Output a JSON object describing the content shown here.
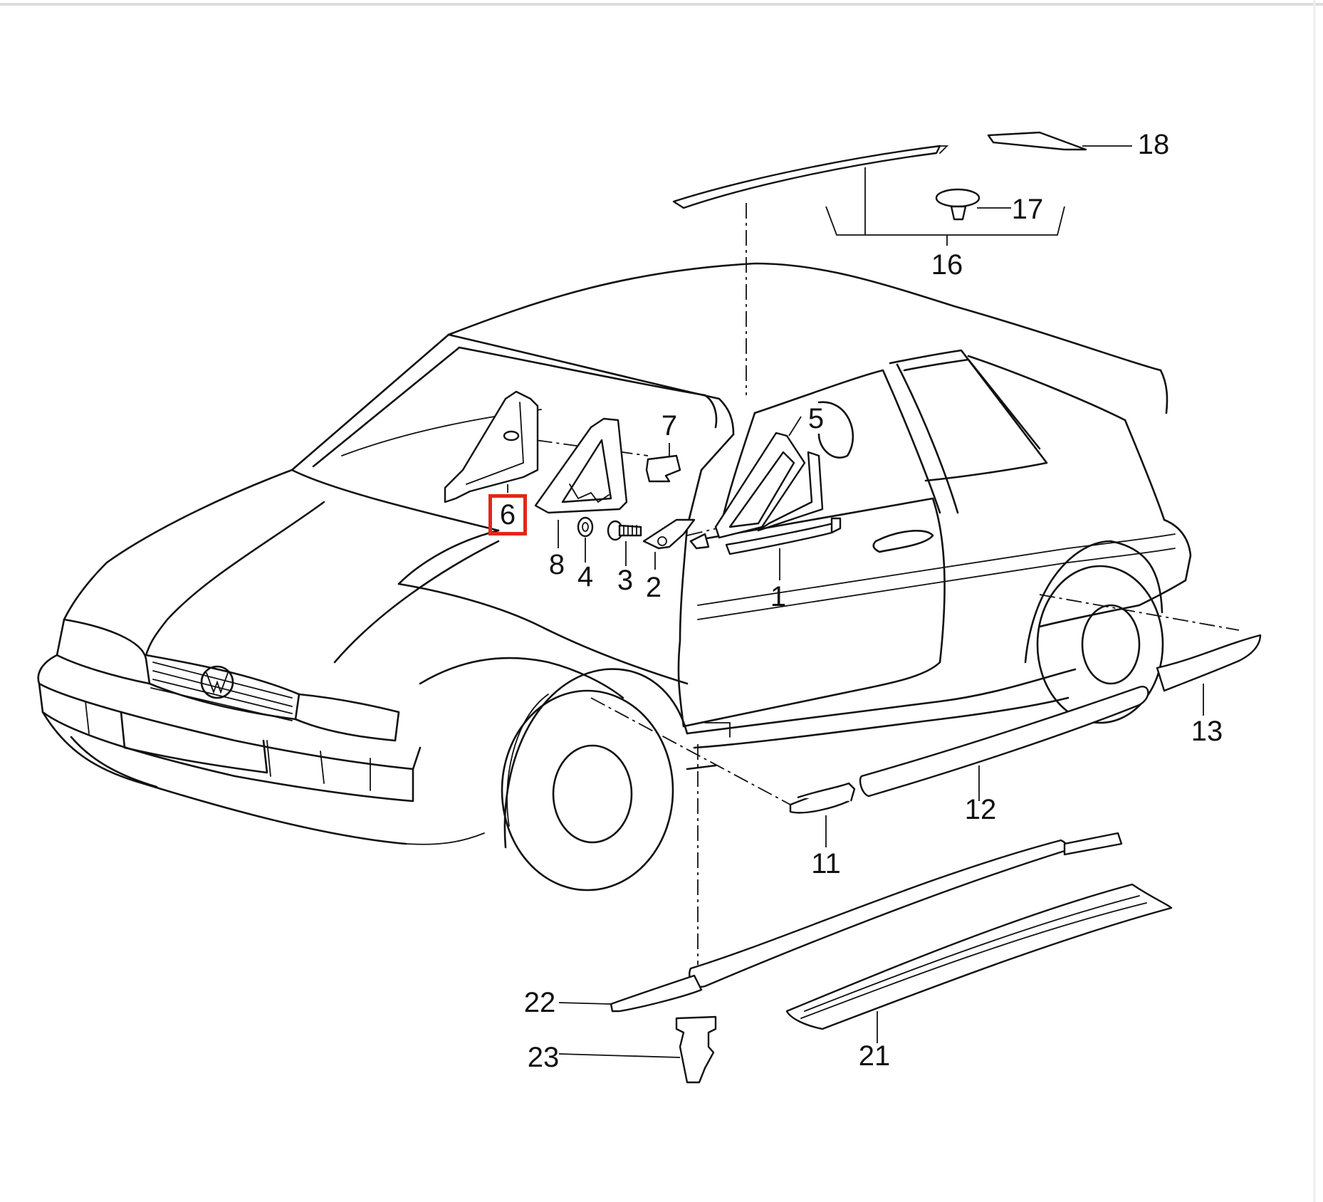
{
  "diagram": {
    "callouts": [
      {
        "id": "1",
        "label": "1"
      },
      {
        "id": "2",
        "label": "2"
      },
      {
        "id": "3",
        "label": "3"
      },
      {
        "id": "4",
        "label": "4"
      },
      {
        "id": "5",
        "label": "5"
      },
      {
        "id": "6",
        "label": "6"
      },
      {
        "id": "7",
        "label": "7"
      },
      {
        "id": "8",
        "label": "8"
      },
      {
        "id": "11",
        "label": "11"
      },
      {
        "id": "12",
        "label": "12"
      },
      {
        "id": "13",
        "label": "13"
      },
      {
        "id": "16",
        "label": "16"
      },
      {
        "id": "17",
        "label": "17"
      },
      {
        "id": "18",
        "label": "18"
      },
      {
        "id": "21",
        "label": "21"
      },
      {
        "id": "22",
        "label": "22"
      },
      {
        "id": "23",
        "label": "23"
      }
    ],
    "highlighted_callout": "6",
    "highlight_color": "#e32619",
    "line_color": "#111111"
  }
}
